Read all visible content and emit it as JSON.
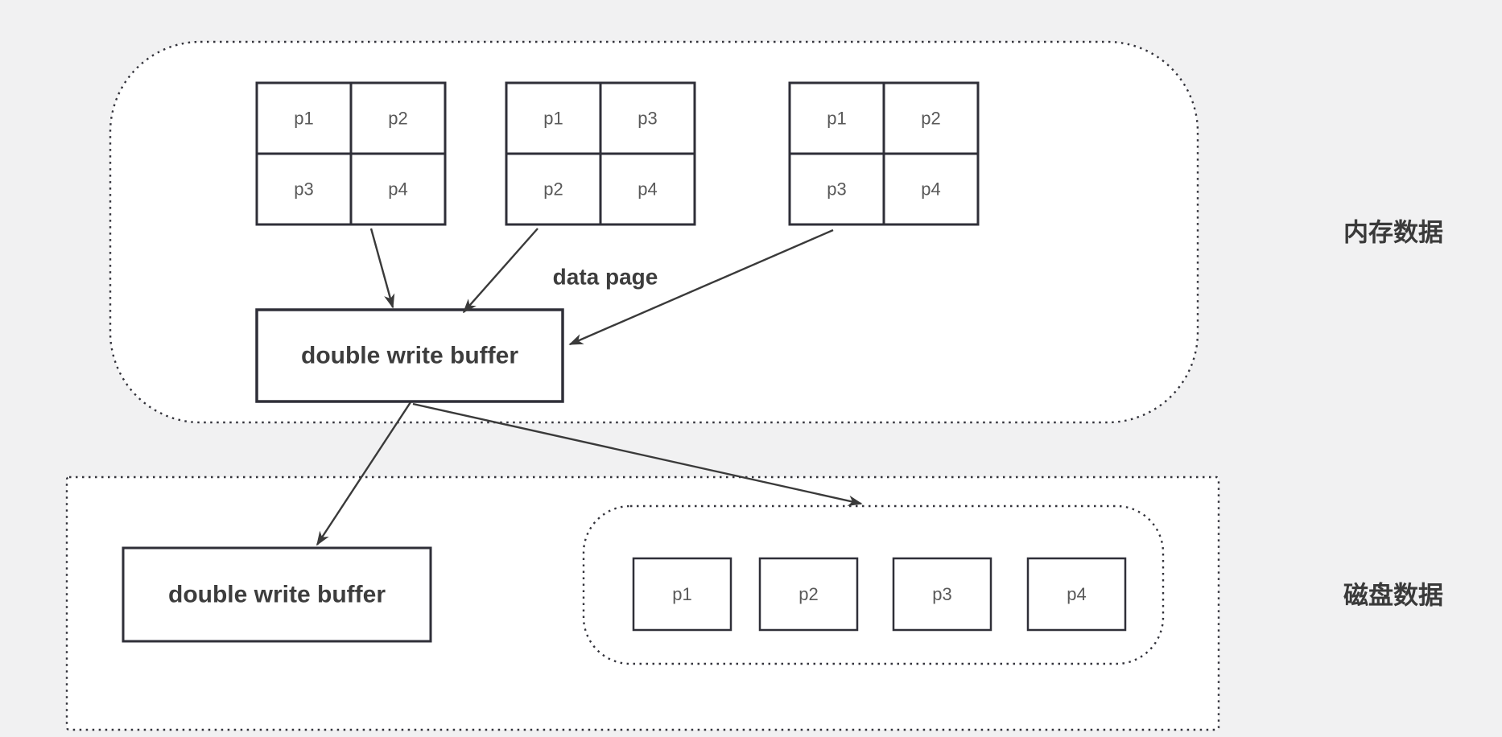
{
  "diagram": {
    "sections": {
      "memory": {
        "label": "内存数据"
      },
      "disk": {
        "label": "磁盘数据"
      }
    },
    "data_page_label": "data page",
    "memory_grids": [
      {
        "cells": [
          "p1",
          "p2",
          "p3",
          "p4"
        ]
      },
      {
        "cells": [
          "p1",
          "p3",
          "p2",
          "p4"
        ]
      },
      {
        "cells": [
          "p1",
          "p2",
          "p3",
          "p4"
        ]
      }
    ],
    "memory_buffer_label": "double write buffer",
    "disk_buffer_label": "double write buffer",
    "disk_pages": [
      "p1",
      "p2",
      "p3",
      "p4"
    ],
    "colors": {
      "background": "#f1f1f2",
      "surface": "#ffffff",
      "border": "#2f2f38",
      "dotted_border": "#33333b",
      "arrow": "#3a3a3a",
      "text_primary": "#3d3d3d",
      "text_secondary": "#595959"
    }
  }
}
